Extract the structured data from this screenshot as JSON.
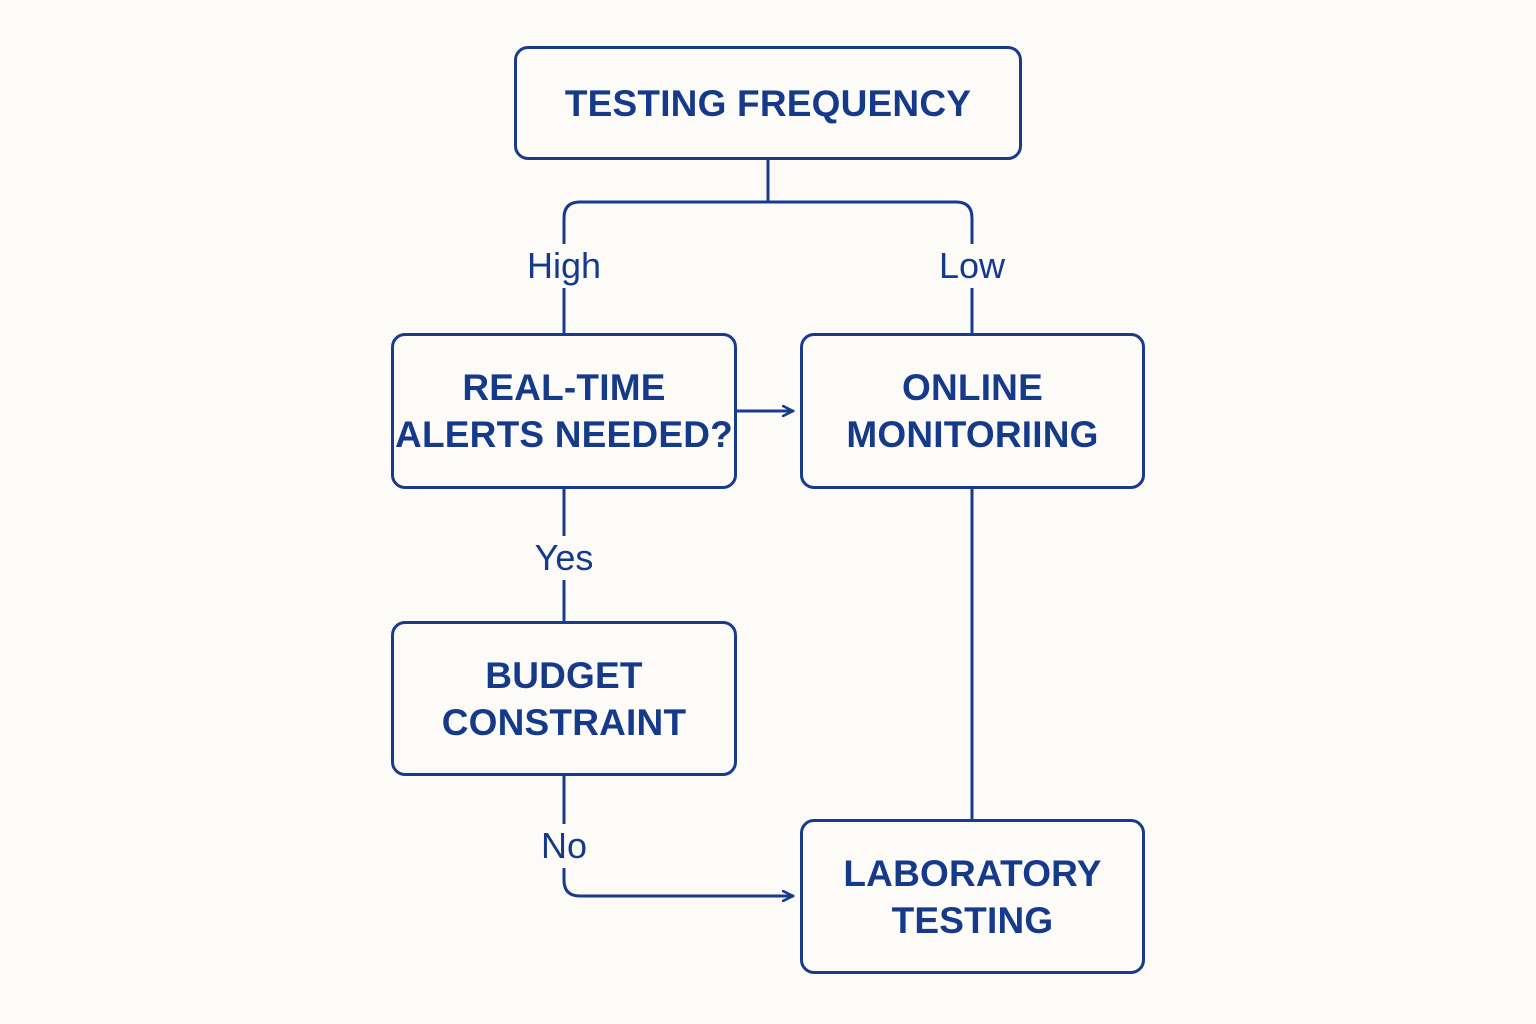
{
  "colors": {
    "background": "#fcfbf7",
    "stroke": "#183b8c",
    "text": "#163a8a"
  },
  "nodes": {
    "top": {
      "lines": [
        "TESTING FREQUENCY"
      ]
    },
    "realtime": {
      "lines": [
        "REAL-TIME",
        "ALERTS NEEDED?"
      ]
    },
    "online": {
      "lines": [
        "ONLINE",
        "MONITORIING"
      ]
    },
    "budget": {
      "lines": [
        "BUDGET",
        "CONSTRAINT"
      ]
    },
    "laboratory": {
      "lines": [
        "LABORATORY",
        "TESTING"
      ]
    }
  },
  "edges": {
    "high": "High",
    "low": "Low",
    "yes": "Yes",
    "no": "No"
  }
}
